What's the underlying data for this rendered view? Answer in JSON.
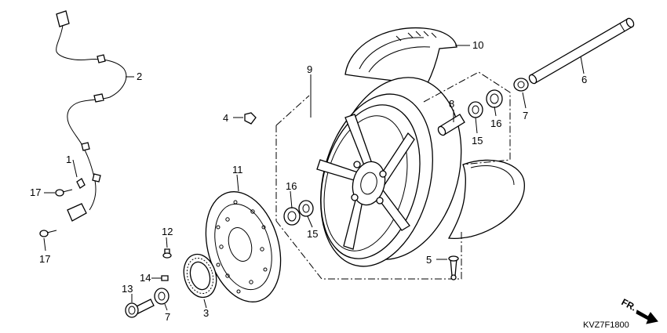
{
  "diagram": {
    "code": "KVZ7F1800",
    "direction_label": "FR.",
    "callouts": [
      {
        "id": "c1",
        "text": "1"
      },
      {
        "id": "c2",
        "text": "2"
      },
      {
        "id": "c3",
        "text": "3"
      },
      {
        "id": "c4",
        "text": "4"
      },
      {
        "id": "c5",
        "text": "5"
      },
      {
        "id": "c6",
        "text": "6"
      },
      {
        "id": "c7a",
        "text": "7"
      },
      {
        "id": "c7b",
        "text": "7"
      },
      {
        "id": "c8",
        "text": "8"
      },
      {
        "id": "c9",
        "text": "9"
      },
      {
        "id": "c10",
        "text": "10"
      },
      {
        "id": "c11",
        "text": "11"
      },
      {
        "id": "c12",
        "text": "12"
      },
      {
        "id": "c13",
        "text": "13"
      },
      {
        "id": "c14",
        "text": "14"
      },
      {
        "id": "c15a",
        "text": "15"
      },
      {
        "id": "c15b",
        "text": "15"
      },
      {
        "id": "c16a",
        "text": "16"
      },
      {
        "id": "c16b",
        "text": "16"
      },
      {
        "id": "c17a",
        "text": "17"
      },
      {
        "id": "c17b",
        "text": "17"
      }
    ]
  }
}
